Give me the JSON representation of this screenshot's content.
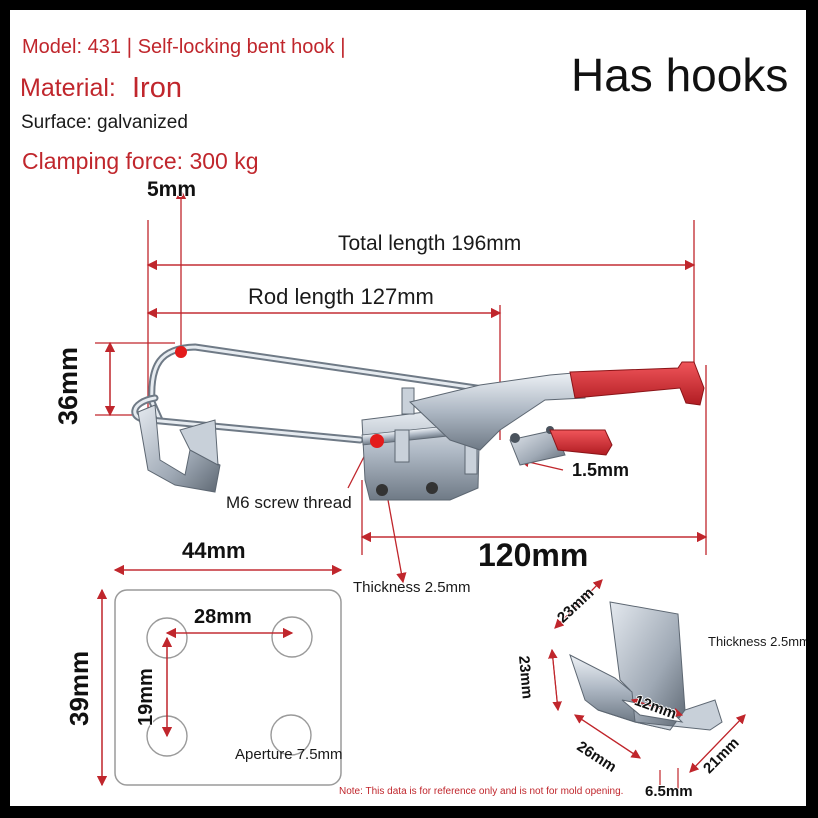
{
  "header": {
    "model": "Model: 431❘Self-locking bent hook❘",
    "material_label": "Material:",
    "material_value": "Iron",
    "surface": "Surface: galvanized",
    "clamping_force": "Clamping force: 300 kg",
    "title": "Has hooks"
  },
  "dimensions": {
    "top_5mm": "5mm",
    "total_length": "Total length 196mm",
    "rod_length": "Rod length 127mm",
    "height_36": "36mm",
    "screw_thread": "M6 screw thread",
    "gap_1_5": "1.5mm",
    "base_120": "120mm",
    "thickness_main": "Thickness 2.5mm"
  },
  "plate": {
    "width": "44mm",
    "height": "39mm",
    "hole_h": "28mm",
    "hole_v": "19mm",
    "aperture": "Aperture 7.5mm"
  },
  "hook": {
    "top_23": "23mm",
    "side_23": "23mm",
    "slot_12": "12mm",
    "base_26": "26mm",
    "base_21": "21mm",
    "bottom_6_5": "6.5mm",
    "thickness": "Thickness 2.5mm"
  },
  "footer": {
    "note": "Note: This data is for reference only and is not for mold opening."
  },
  "colors": {
    "accent_red": "#c0262c",
    "handle_red": "#d92b2f",
    "steel": "#aeb8c4"
  }
}
